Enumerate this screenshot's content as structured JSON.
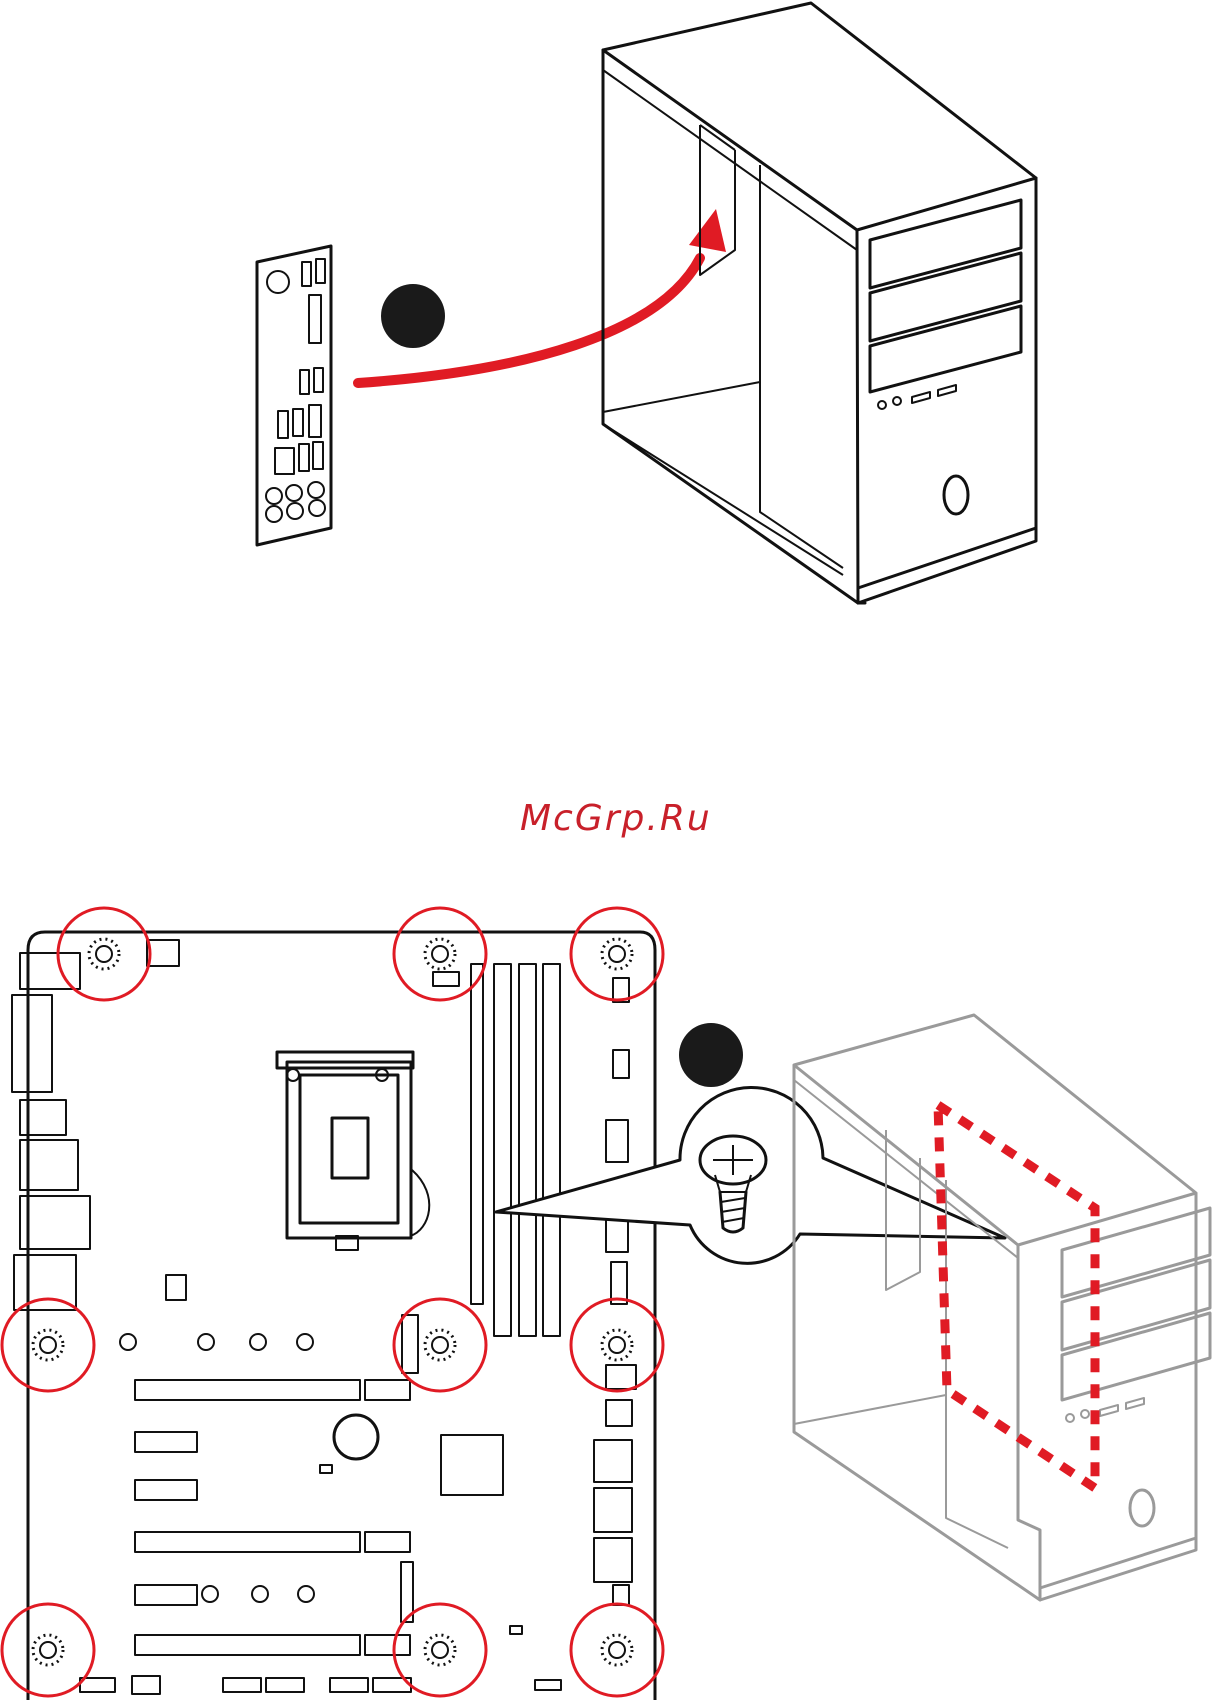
{
  "watermark": {
    "text": "McGrp.Ru",
    "color": "#c8202a"
  },
  "colors": {
    "accent_red": "#e01b24",
    "line": "#111111",
    "ghost": "#9a9a9a"
  },
  "steps": [
    {
      "badge": "",
      "icon": "step-badge-1"
    },
    {
      "badge": "",
      "icon": "step-badge-2"
    }
  ],
  "mount_points": 9
}
